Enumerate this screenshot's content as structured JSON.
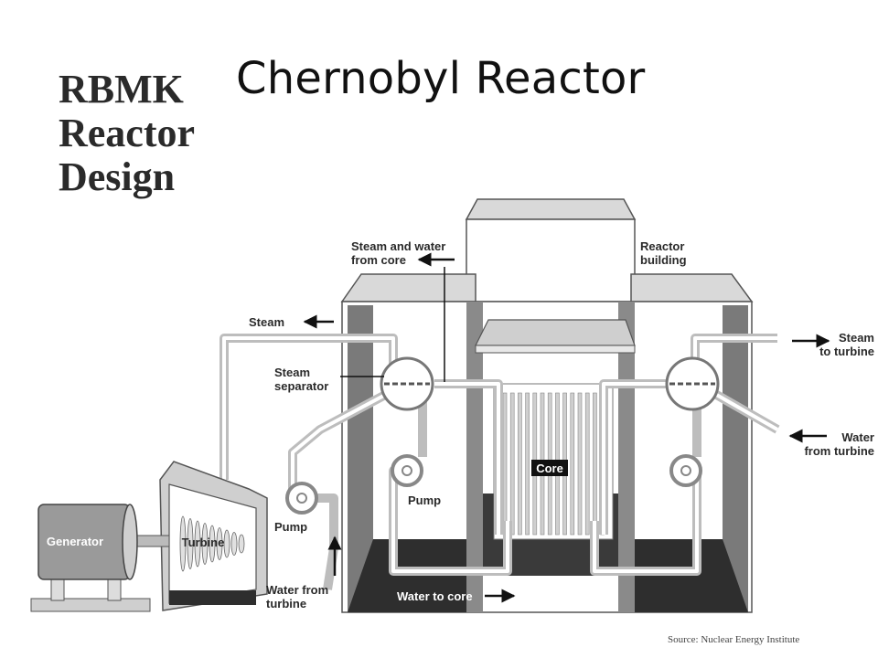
{
  "title": "Chernobyl Reactor",
  "design_title": [
    "RBMK",
    "Reactor",
    "Design"
  ],
  "labels": {
    "steam_water_from_core": [
      "Steam and water",
      "from core"
    ],
    "reactor_building": [
      "Reactor",
      "building"
    ],
    "steam_left": "Steam",
    "steam_separator": [
      "Steam",
      "separator"
    ],
    "steam_to_turbine": [
      "Steam",
      "to turbine"
    ],
    "water_from_turbine_right": [
      "Water",
      "from turbine"
    ],
    "core": "Core",
    "pump_inner": "Pump",
    "pump_outer": "Pump",
    "generator": "Generator",
    "turbine": "Turbine",
    "water_from_turbine_left": [
      "Water from",
      "turbine"
    ],
    "water_to_core": "Water to core"
  },
  "source": "Source: Nuclear Energy Institute"
}
